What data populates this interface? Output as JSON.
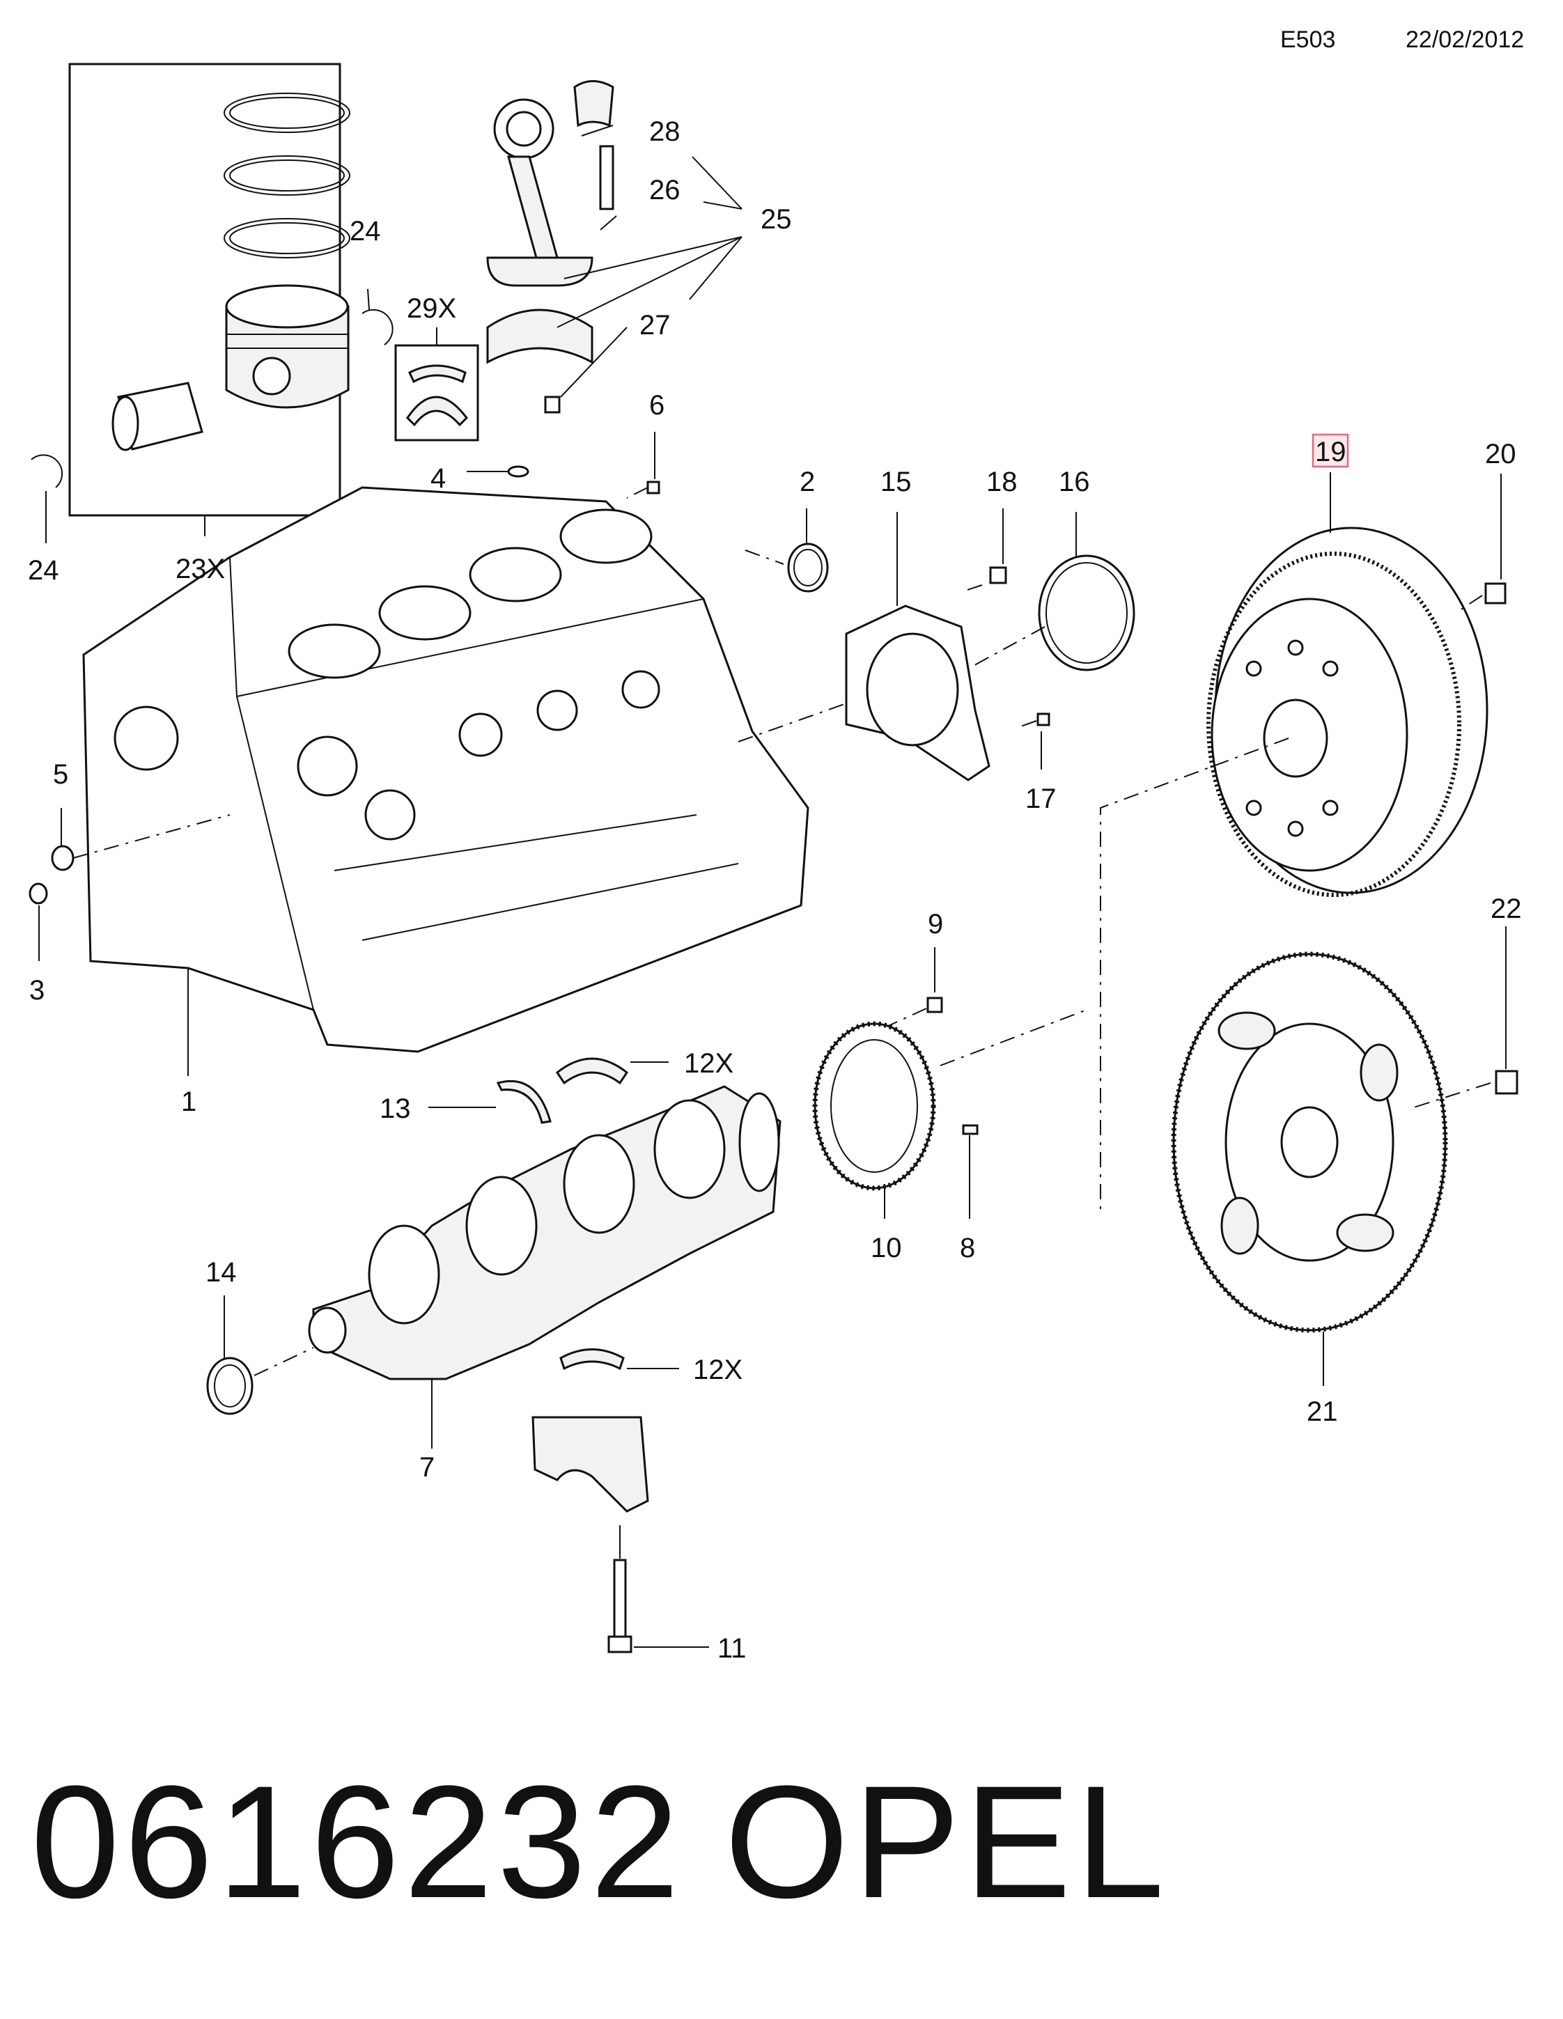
{
  "header": {
    "code": "E503",
    "date": "22/02/2012"
  },
  "footer": {
    "part_number": "0616232",
    "brand": "OPEL"
  },
  "callouts": {
    "c1": "1",
    "c2": "2",
    "c3": "3",
    "c4": "4",
    "c5": "5",
    "c6": "6",
    "c7": "7",
    "c8": "8",
    "c9": "9",
    "c10": "10",
    "c11": "11",
    "c12a": "12X",
    "c12b": "12X",
    "c13": "13",
    "c14": "14",
    "c15": "15",
    "c16": "16",
    "c17": "17",
    "c18": "18",
    "c19": "19",
    "c20": "20",
    "c21": "21",
    "c22": "22",
    "c23": "23X",
    "c24a": "24",
    "c24b": "24",
    "c25": "25",
    "c26": "26",
    "c27": "27",
    "c28": "28",
    "c29": "29X"
  }
}
